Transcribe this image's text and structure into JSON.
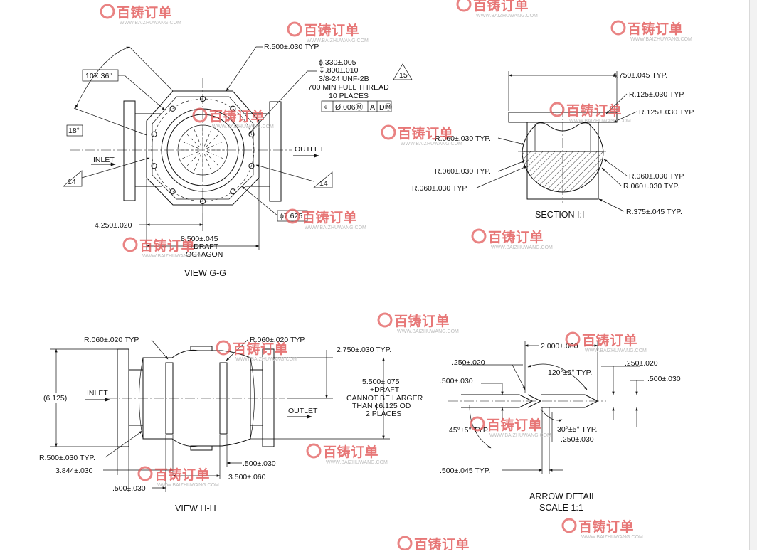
{
  "watermark": {
    "brand": "百铸订单",
    "url": "WWW.BAIZHUWANG.COM"
  },
  "view_gg": {
    "title": "VIEW G-G",
    "inlet": "INLET",
    "outlet": "OUTLET",
    "chamfer_count": "10X 36°",
    "chamfer_angle": "18°",
    "tri_left": "14",
    "tri_right": "14",
    "tri_top": "15",
    "radius_typ": "R.500±.030 TYP.",
    "hole_dia": "ϕ.330±.005",
    "hole_depth": "↧.800±.010",
    "thread": "3/8-24 UNF-2B",
    "thread_depth": ".700 MIN FULL THREAD",
    "places": "10 PLACES",
    "fcf_position": "⌖",
    "fcf_tolerance": "Ø.006Ⓜ",
    "fcf_datum_a": "A",
    "fcf_datum_d": "DⓂ",
    "bolt_circle": "ϕ7.625",
    "dim_left": "4.250±.020",
    "dim_width": "8.500±.045",
    "dim_draft": "+DRAFT",
    "dim_octagon": "OCTAGON"
  },
  "section_ii": {
    "title": "SECTION I:I",
    "width": "4.750±.045 TYP.",
    "r125a": "R.125±.030 TYP.",
    "r125b": "R.125±.030 TYP.",
    "r060_1": "R.060±.030 TYP.",
    "r060_2": "R.060±.030 TYP.",
    "r060_3": "R.060±.030 TYP.",
    "r060_4": "R.060±.030 TYP.",
    "r060_5": "R.060±.030 TYP.",
    "r375": "R.375±.045 TYP."
  },
  "view_hh": {
    "title": "VIEW H-H",
    "inlet": "INLET",
    "outlet": "OUTLET",
    "r060_left": "R.060±.020 TYP.",
    "r060_right": "R.060±.020 TYP.",
    "height": "(6.125)",
    "r500": "R.500±.030 TYP.",
    "dim_3844": "3.844±.030",
    "dim_500a": ".500±.030",
    "dim_500b": ".500±.030",
    "dim_3500": "3.500±.060",
    "dim_2750": "2.750±.030 TYP.",
    "note_1": "5.500±.075",
    "note_2": "+DRAFT",
    "note_3": "CANNOT BE LARGER",
    "note_4": "THAN ϕ6.125 OD",
    "note_5": "2 PLACES"
  },
  "arrow_detail": {
    "title": "ARROW DETAIL",
    "scale": "SCALE 1:1",
    "d2000": "2.000±.060",
    "d250a": ".250±.020",
    "d250b": ".250±.020",
    "ang120": "120°±5° TYP.",
    "d500a": ".500±.030",
    "d500b": ".500±.030",
    "ang45": "45°±5° TYP.",
    "ang30": "30°±5° TYP.",
    "d250c": ".250±.030",
    "d500c": ".500±.045 TYP."
  }
}
